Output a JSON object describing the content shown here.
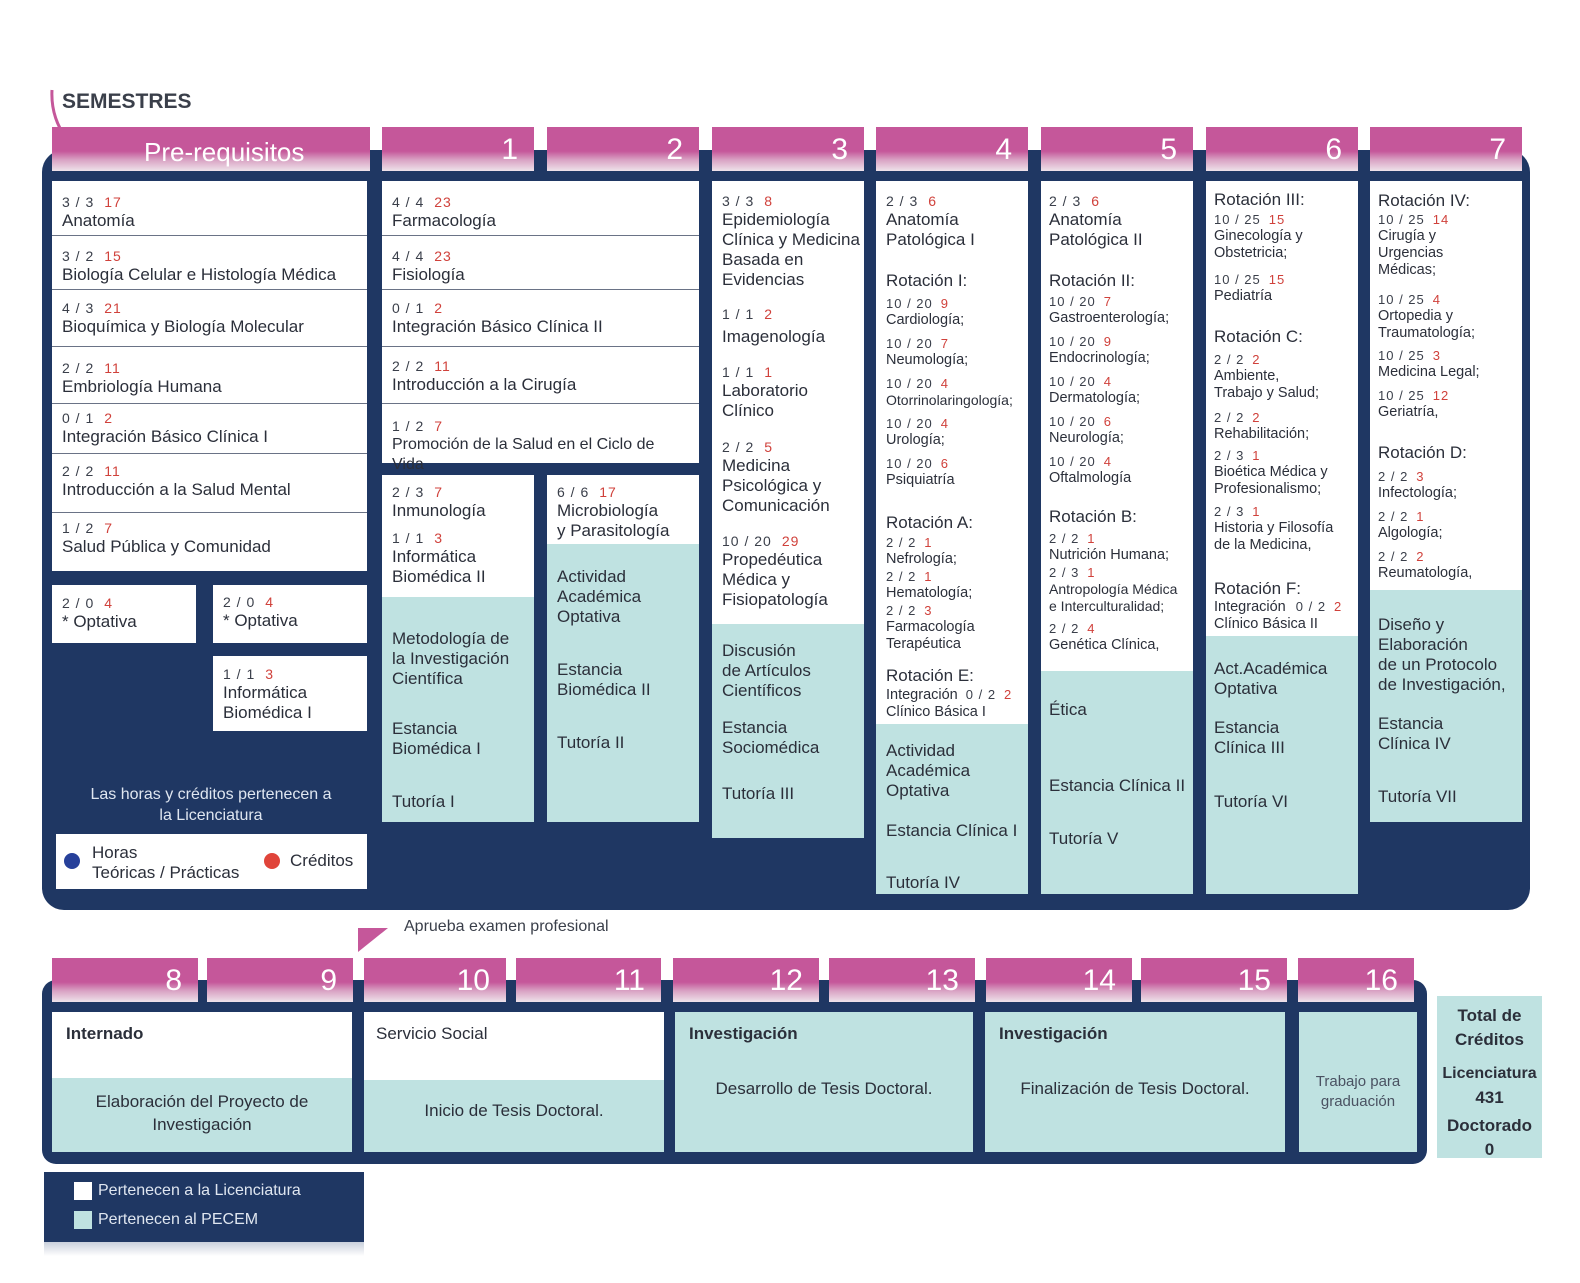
{
  "header": {
    "title": "SEMESTRES"
  },
  "tabs_top": [
    "Pre-requisitos",
    "1",
    "2",
    "3",
    "4",
    "5",
    "6",
    "7"
  ],
  "prereq": [
    {
      "h": "3 / 3",
      "c": "17",
      "n": "Anatomía"
    },
    {
      "h": "3 / 2",
      "c": "15",
      "n": "Biología Celular e Histología Médica"
    },
    {
      "h": "4 / 3",
      "c": "21",
      "n": "Bioquímica y Biología Molecular"
    },
    {
      "h": "2 / 2",
      "c": "11",
      "n": "Embriología Humana"
    },
    {
      "h": "0 / 1",
      "c": "2",
      "n": "Integración Básico Clínica I"
    },
    {
      "h": "2 / 2",
      "c": "11",
      "n": "Introducción a la Salud Mental"
    },
    {
      "h": "1 / 2",
      "c": "7",
      "n": "Salud Pública y Comunidad"
    }
  ],
  "optativa1": {
    "h": "2 / 0",
    "c": "4",
    "n": "* Optativa"
  },
  "optativa2": {
    "h": "2 / 0",
    "c": "4",
    "n": "* Optativa"
  },
  "informatica1": {
    "h": "1 / 1",
    "c": "3",
    "n1": "Informática",
    "n2": "Biomédica I"
  },
  "legend_note": {
    "l1": "Las horas y créditos pertenecen a",
    "l2": "la Licenciatura"
  },
  "legend_box": {
    "horas1": "Horas",
    "horas2": "Teóricas / Prácticas",
    "creditos": "Créditos",
    "blue": "#27409a",
    "red": "#e0443a"
  },
  "s12": [
    {
      "h": "4 / 4",
      "c": "23",
      "n": "Farmacología"
    },
    {
      "h": "4 / 4",
      "c": "23",
      "n": "Fisiología"
    },
    {
      "h": "0 / 1",
      "c": "2",
      "n": "Integración Básico Clínica II"
    },
    {
      "h": "2 / 2",
      "c": "11",
      "n": "Introducción a la Cirugía"
    },
    {
      "h": "1 / 2",
      "c": "7",
      "n": "Promoción de la Salud en el Ciclo de Vida"
    }
  ],
  "s1": {
    "a": {
      "h": "2 / 3",
      "c": "7",
      "n": "Inmunología"
    },
    "b": {
      "h": "1 / 1",
      "c": "3",
      "n1": "Informática",
      "n2": "Biomédica II"
    },
    "m": {
      "a1": "Metodología de",
      "a2": "la Investigación",
      "a3": "Científica",
      "b1": "Estancia",
      "b2": "Biomédica I",
      "c": "Tutoría I"
    }
  },
  "s2": {
    "a": {
      "h": "6 / 6",
      "c": "17",
      "n1": "Microbiología",
      "n2": "y Parasitología"
    },
    "m": {
      "a1": "Actividad",
      "a2": "Académica",
      "a3": "Optativa",
      "b1": "Estancia",
      "b2": "Biomédica II",
      "c": "Tutoría II"
    }
  },
  "s3": {
    "a": {
      "h": "3 / 3",
      "c": "8",
      "n1": "Epidemiología",
      "n2": "Clínica y Medicina",
      "n3": "Basada en",
      "n4": "Evidencias"
    },
    "b": {
      "h": "1 / 1",
      "c": "2",
      "n": "Imagenología"
    },
    "c": {
      "h": "1 / 1",
      "c": "1",
      "n1": "Laboratorio",
      "n2": "Clínico"
    },
    "d": {
      "h": "2 / 2",
      "c": "5",
      "n1": "Medicina",
      "n2": "Psicológica y",
      "n3": "Comunicación"
    },
    "e": {
      "h": "10 / 20",
      "c": "29",
      "n1": "Propedéutica",
      "n2": "Médica y",
      "n3": "Fisiopatología"
    },
    "m": {
      "a1": "Discusión",
      "a2": "de Artículos",
      "a3": "Científicos",
      "b1": "Estancia",
      "b2": "Sociomédica",
      "c": "Tutoría III"
    }
  },
  "s4": {
    "a": {
      "h": "2 / 3",
      "c": "6",
      "n1": "Anatomía",
      "n2": "Patológica I"
    },
    "rotI": "Rotación I:",
    "rotI_items": [
      {
        "h": "10 / 20",
        "c": "9",
        "n": "Cardiología;"
      },
      {
        "h": "10 / 20",
        "c": "7",
        "n": "Neumología;"
      },
      {
        "h": "10 / 20",
        "c": "4",
        "n": "Otorrinolaringología;"
      },
      {
        "h": "10 / 20",
        "c": "4",
        "n": "Urología;"
      },
      {
        "h": "10 / 20",
        "c": "6",
        "n": "Psiquiatría"
      }
    ],
    "rotA": "Rotación A:",
    "rotA_items": [
      {
        "h": "2 / 2",
        "c": "1",
        "n": "Nefrología;"
      },
      {
        "h": "2 / 2",
        "c": "1",
        "n": "Hematología;"
      },
      {
        "h": "2 / 2",
        "c": "3",
        "n1": "Farmacología",
        "n2": "Terapéutica"
      }
    ],
    "rotE": "Rotación E:",
    "rotE_item": {
      "n1": "Integración",
      "h": "0 / 2",
      "c": "2",
      "n2": "Clínico Básica I"
    },
    "m": {
      "a1": "Actividad",
      "a2": "Académica",
      "a3": "Optativa",
      "b": "Estancia Clínica I",
      "c": "Tutoría IV"
    }
  },
  "s5": {
    "a": {
      "h": "2 / 3",
      "c": "6",
      "n1": "Anatomía",
      "n2": "Patológica II"
    },
    "rotII": "Rotación II:",
    "rotII_items": [
      {
        "h": "10 / 20",
        "c": "7",
        "n": "Gastroenterología;"
      },
      {
        "h": "10 / 20",
        "c": "9",
        "n": "Endocrinología;"
      },
      {
        "h": "10 / 20",
        "c": "4",
        "n": "Dermatología;"
      },
      {
        "h": "10 / 20",
        "c": "6",
        "n": "Neurología;"
      },
      {
        "h": "10 / 20",
        "c": "4",
        "n": "Oftalmología"
      }
    ],
    "rotB": "Rotación B:",
    "rotB_items": [
      {
        "h": "2 / 2",
        "c": "1",
        "n": "Nutrición Humana;"
      },
      {
        "h": "2 / 3",
        "c": "1",
        "n1": "Antropología Médica",
        "n2": "e Interculturalidad;"
      },
      {
        "h": "2 / 2",
        "c": "4",
        "n": "Genética Clínica,"
      }
    ],
    "m": {
      "a": "Ética",
      "b": "Estancia Clínica II",
      "c": "Tutoría V"
    }
  },
  "s6": {
    "rotIII": "Rotación III:",
    "rotIII_items": [
      {
        "h": "10 / 25",
        "c": "15",
        "n1": "Ginecología y",
        "n2": "Obstetricia;"
      },
      {
        "h": "10 / 25",
        "c": "15",
        "n": "Pediatría"
      }
    ],
    "rotC": "Rotación C:",
    "rotC_items": [
      {
        "h": "2 / 2",
        "c": "2",
        "n1": "Ambiente,",
        "n2": "Trabajo y Salud;"
      },
      {
        "h": "2 / 2",
        "c": "2",
        "n": "Rehabilitación;"
      },
      {
        "h": "2 / 3",
        "c": "1",
        "n1": "Bioética Médica y",
        "n2": "Profesionalismo;"
      },
      {
        "h": "2 / 3",
        "c": "1",
        "n1": "Historia y Filosofía",
        "n2": "de la Medicina,"
      }
    ],
    "rotF": "Rotación F:",
    "rotF_item": {
      "n1": "Integración",
      "h": "0 / 2",
      "c": "2",
      "n2": "Clínico Básica II"
    },
    "m": {
      "a1": "Act.Académica",
      "a2": "Optativa",
      "b1": "Estancia",
      "b2": "Clínica III",
      "c": "Tutoría VI"
    }
  },
  "s7": {
    "rotIV": "Rotación IV:",
    "rotIV_items": [
      {
        "h": "10 / 25",
        "c": "14",
        "n1": "Cirugía y",
        "n2": "Urgencias",
        "n3": "Médicas;"
      },
      {
        "h": "10 / 25",
        "c": "4",
        "n1": "Ortopedia y",
        "n2": "Traumatología;"
      },
      {
        "h": "10 / 25",
        "c": "3",
        "n": "Medicina Legal;"
      },
      {
        "h": "10 / 25",
        "c": "12",
        "n": "Geriatría,"
      }
    ],
    "rotD": "Rotación D:",
    "rotD_items": [
      {
        "h": "2 / 2",
        "c": "3",
        "n": "Infectología;"
      },
      {
        "h": "2 / 2",
        "c": "1",
        "n": "Algología;"
      },
      {
        "h": "2 / 2",
        "c": "2",
        "n": "Reumatología,"
      }
    ],
    "m": {
      "a1": "Diseño y",
      "a2": "Elaboración",
      "a3": "de un Protocolo",
      "a4": "de Investigación,",
      "b1": "Estancia",
      "b2": "Clínica IV",
      "c": "Tutoría VII"
    }
  },
  "exam_note": "Aprueba examen profesional",
  "tabs_bottom": [
    "8",
    "9",
    "10",
    "11",
    "12",
    "13",
    "14",
    "15",
    "16"
  ],
  "bottom": {
    "internado": "Internado",
    "elab1": "Elaboración del Proyecto de",
    "elab2": "Investigación",
    "servicio": "Servicio Social",
    "inicio": "Inicio de Tesis Doctoral.",
    "inv1": "Investigación",
    "desarrollo": "Desarrollo de Tesis Doctoral.",
    "inv2": "Investigación",
    "final": "Finalización de Tesis Doctoral.",
    "trabajo1": "Trabajo para",
    "trabajo2": "graduación"
  },
  "totals": {
    "t1": "Total de",
    "t2": "Créditos",
    "lic": "Licenciatura",
    "lic_val": "431",
    "doc": "Doctorado",
    "doc_val": "0"
  },
  "legend2": {
    "white": "Pertenecen a la Licenciatura",
    "mint": "Pertenecen al PECEM"
  }
}
